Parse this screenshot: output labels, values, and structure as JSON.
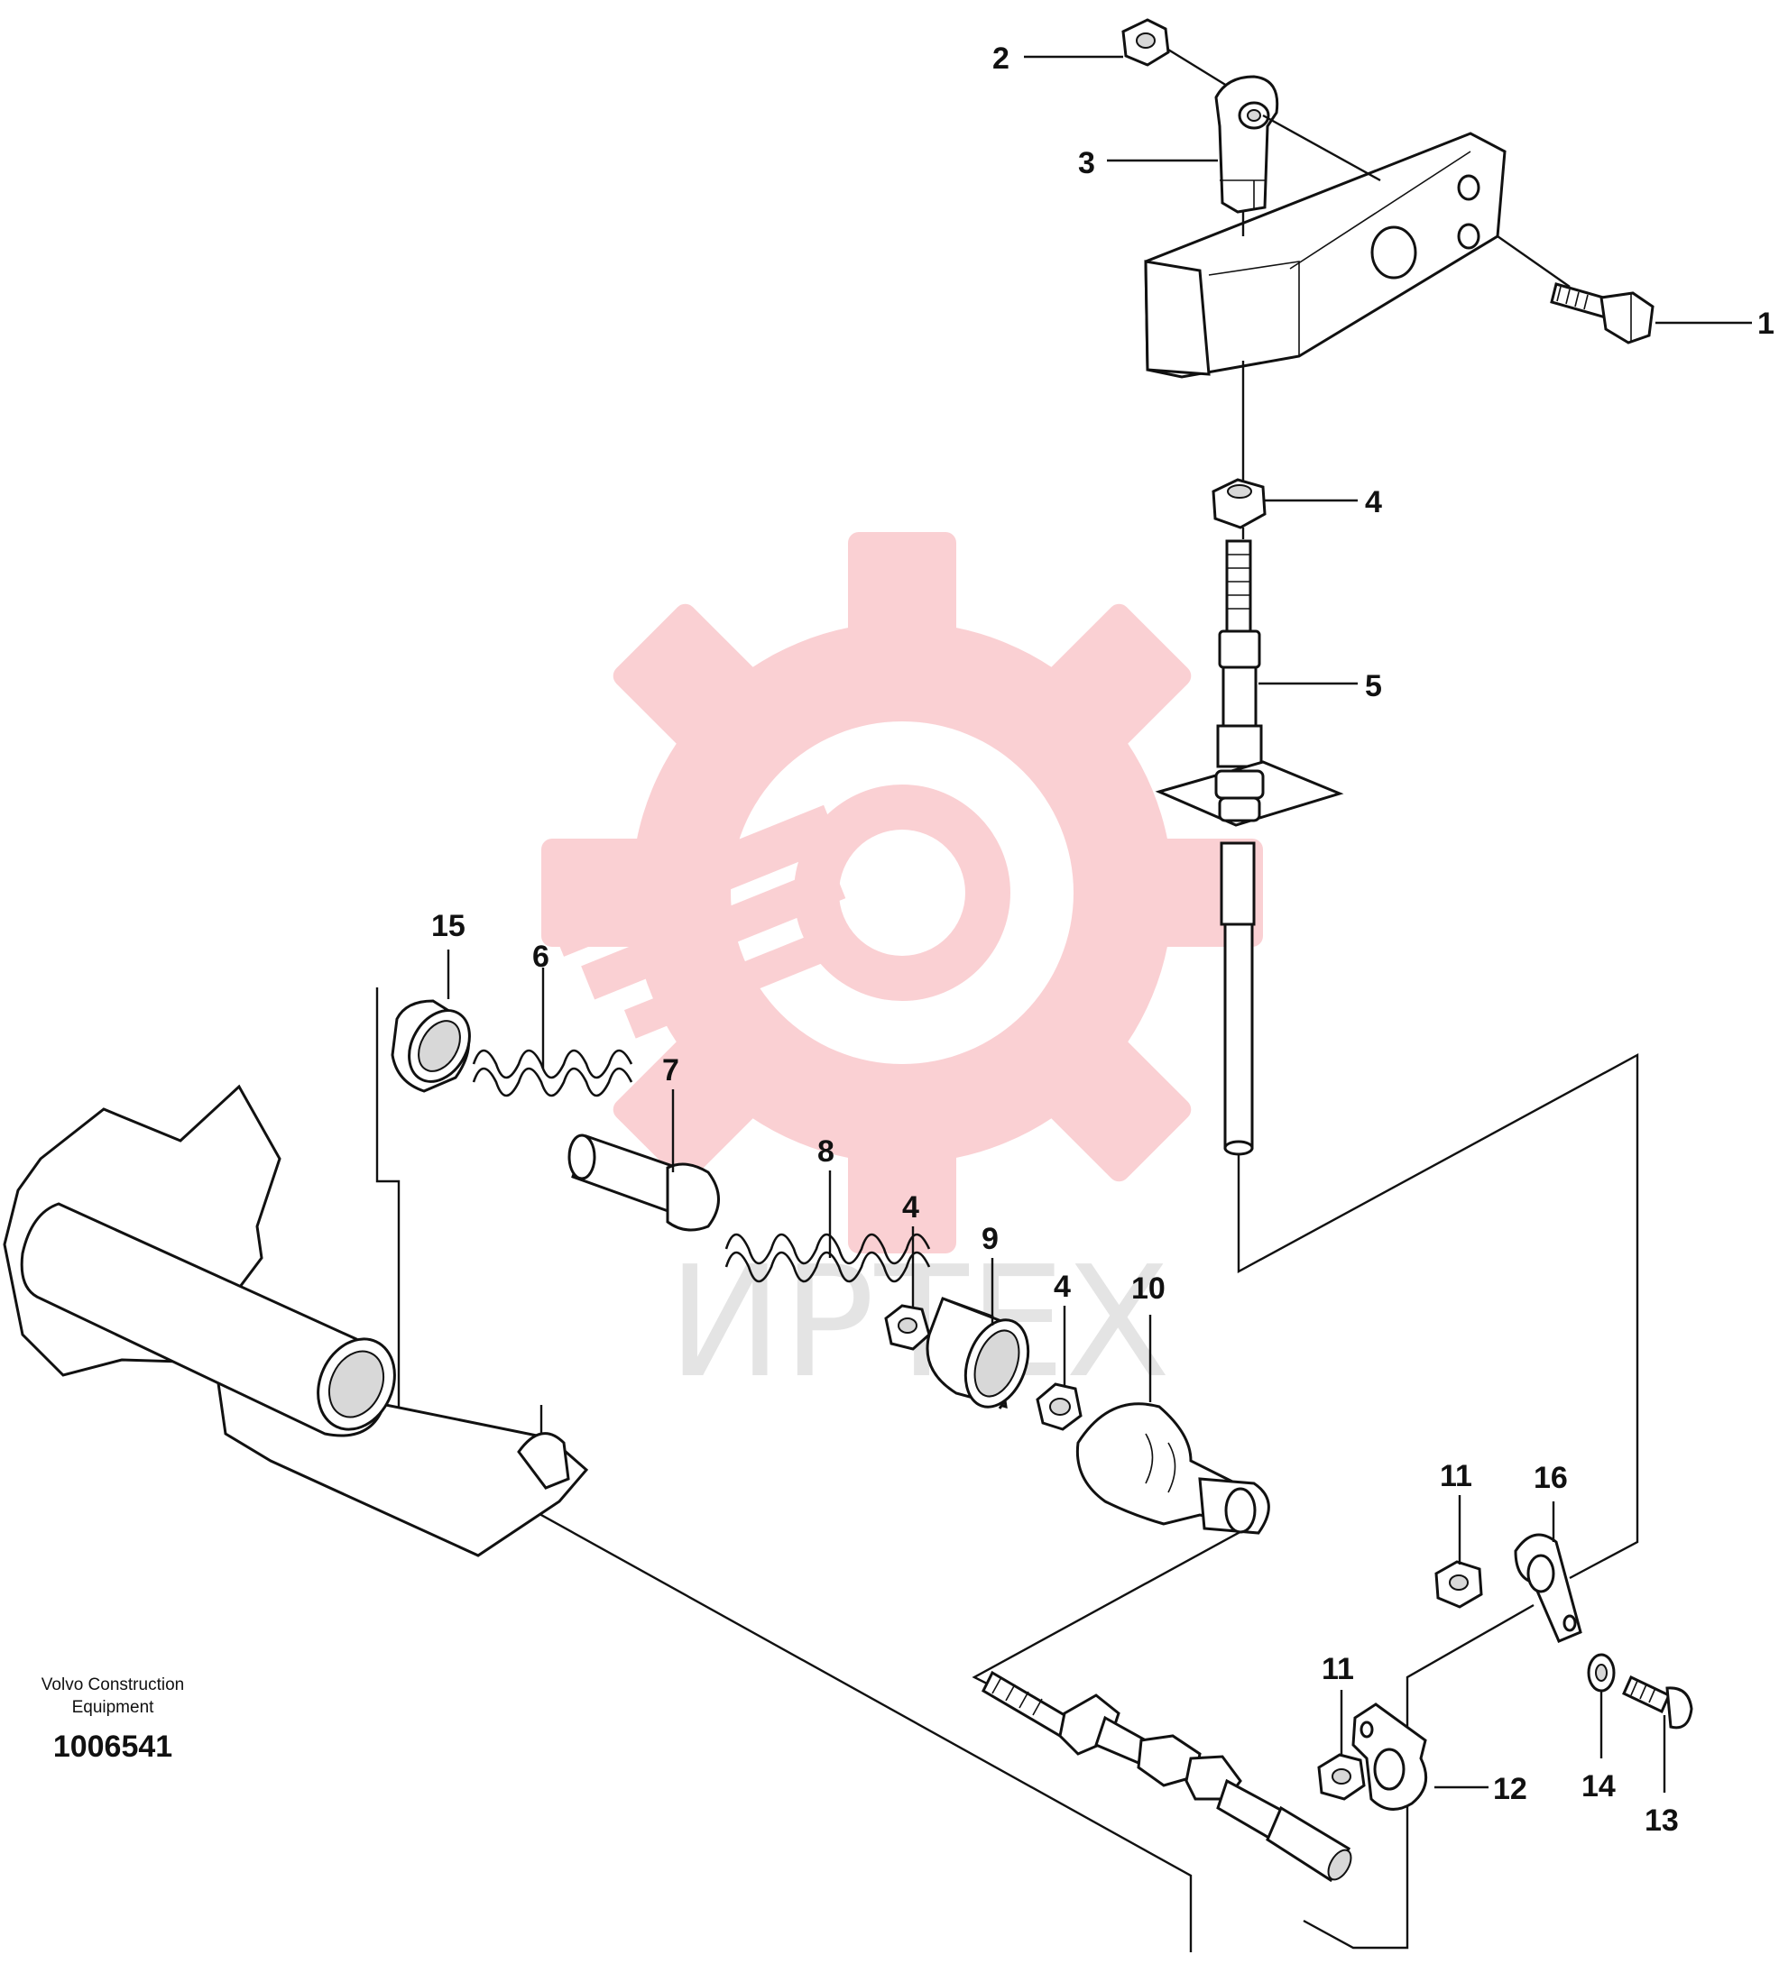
{
  "diagram": {
    "title": "",
    "callouts": [
      "1",
      "2",
      "3",
      "4",
      "5",
      "15",
      "6",
      "7",
      "8",
      "4",
      "9",
      "4",
      "10",
      "11",
      "16",
      "11",
      "12",
      "14",
      "13"
    ],
    "footer": {
      "company_line1": "Volvo Construction",
      "company_line2": "Equipment",
      "figure_number": "1006541"
    },
    "watermark": {
      "text": "ИРТЕХ",
      "color": "#f0a0a5",
      "icon": "gear-wrench-logo"
    }
  }
}
